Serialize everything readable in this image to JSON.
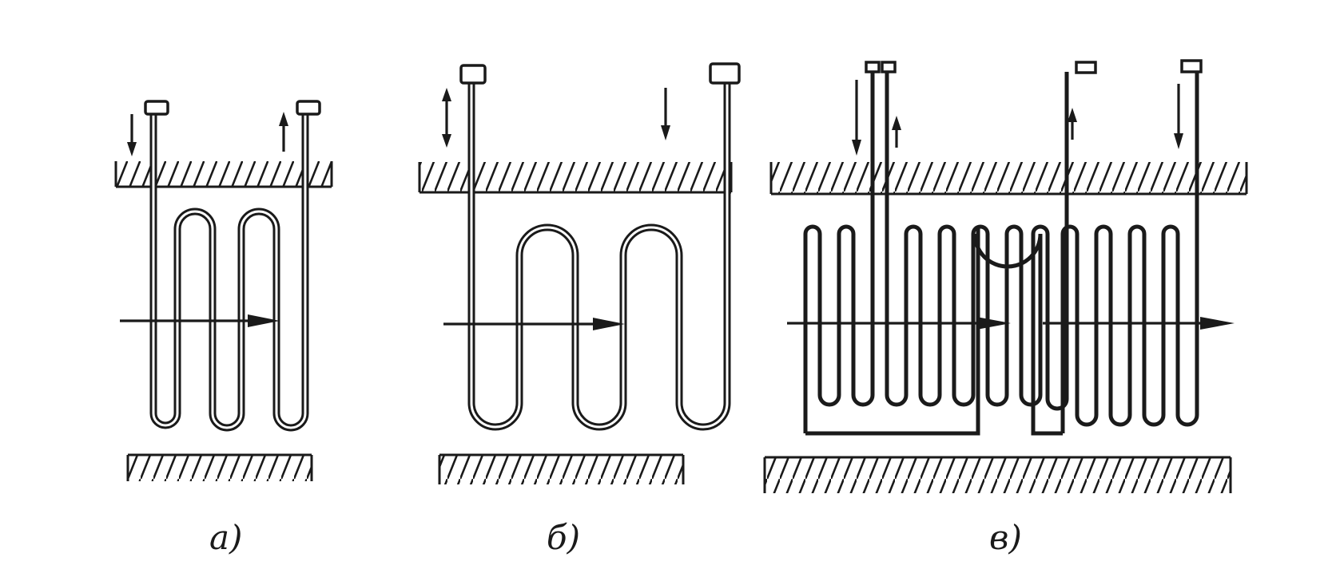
{
  "panels": [
    {
      "id": "a",
      "label": "а)"
    },
    {
      "id": "b",
      "label": "б)"
    },
    {
      "id": "c",
      "label": "в)"
    }
  ],
  "colors": {
    "ink": "#1a1a1a",
    "background": "#ffffff"
  }
}
